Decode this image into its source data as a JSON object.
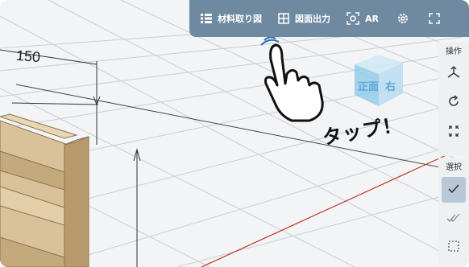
{
  "toolbar": {
    "cut_list_label": "材料取り図",
    "drawing_output_label": "図面出力",
    "ar_label": "AR",
    "settings_icon": "gear-icon",
    "fullscreen_icon": "fullscreen-icon"
  },
  "side_panel": {
    "operation_title": "操作",
    "operation_tools": [
      "move-axes-icon",
      "rotate-icon",
      "fit-view-icon"
    ],
    "selection_title": "選択",
    "selection_tools": [
      "check-icon",
      "multi-check-icon",
      "box-select-icon"
    ]
  },
  "viewport": {
    "dimension_label": "150",
    "cube_faces": [
      "正面",
      "右"
    ]
  },
  "annotation": {
    "tap_text": "タップ！"
  },
  "colors": {
    "toolbar_bg": "#6f8aa0",
    "accent_red": "#c0392b",
    "wood": "#d9c29a"
  }
}
